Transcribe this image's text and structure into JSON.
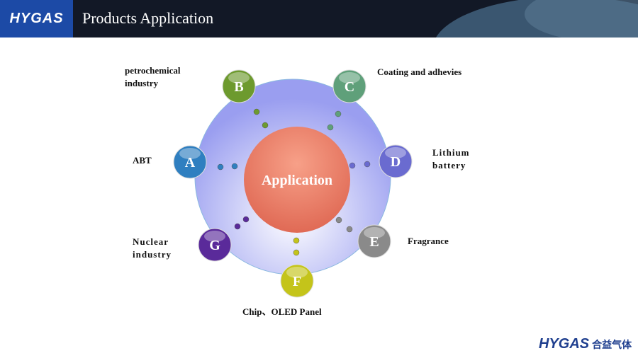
{
  "header": {
    "logo_text": "HYGAS",
    "title": "Products Application"
  },
  "diagram": {
    "center": "Application",
    "nodes": [
      {
        "letter": "A",
        "label": "ABT",
        "color": "#2f7fc0"
      },
      {
        "letter": "B",
        "label": "petrochemical industry",
        "color": "#6d9a2e"
      },
      {
        "letter": "C",
        "label": "Coating and adhevies",
        "color": "#5fa07a"
      },
      {
        "letter": "D",
        "label": "Lithium battery",
        "color": "#6a6bd0"
      },
      {
        "letter": "E",
        "label": "Fragrance",
        "color": "#8a8a8a"
      },
      {
        "letter": "F",
        "label": "Chip、OLED Panel",
        "color": "#c4c41a"
      },
      {
        "letter": "G",
        "label": "Nuclear industry",
        "color": "#5a2a9a"
      }
    ]
  },
  "footer": {
    "logo_text": "HYGAS",
    "logo_cn": "合益气体"
  }
}
